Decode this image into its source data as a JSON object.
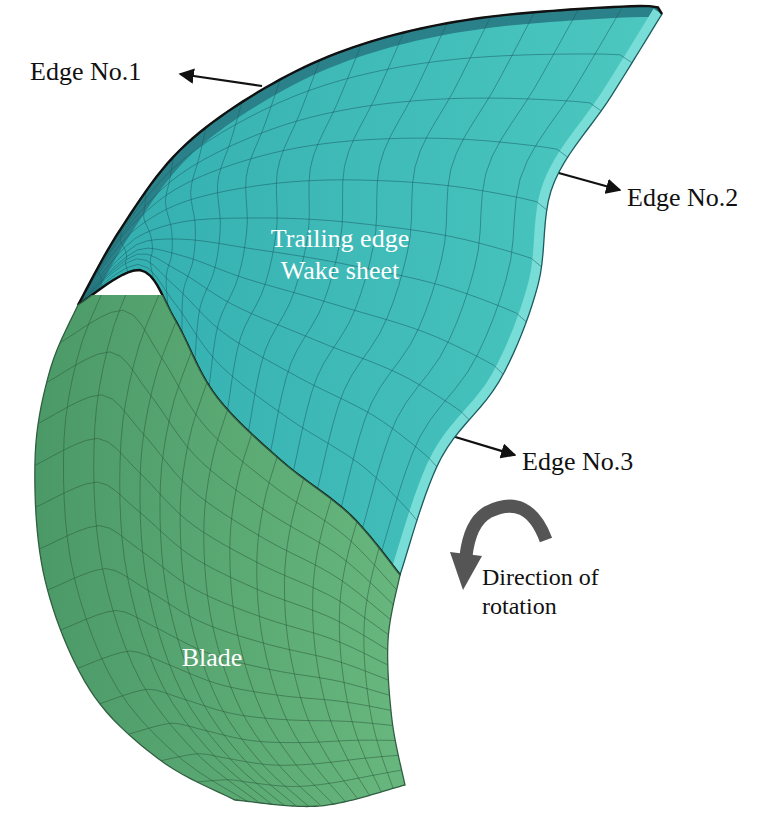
{
  "diagram": {
    "nodes": [
      {
        "text": [
          "Trailing edge Wake sheet"
        ]
      },
      {
        "text": [
          "Blade"
        ]
      }
    ],
    "labels": [
      "Edge No.1",
      "Edge No.2",
      "Edge No.3",
      "Direction of rotation"
    ]
  }
}
